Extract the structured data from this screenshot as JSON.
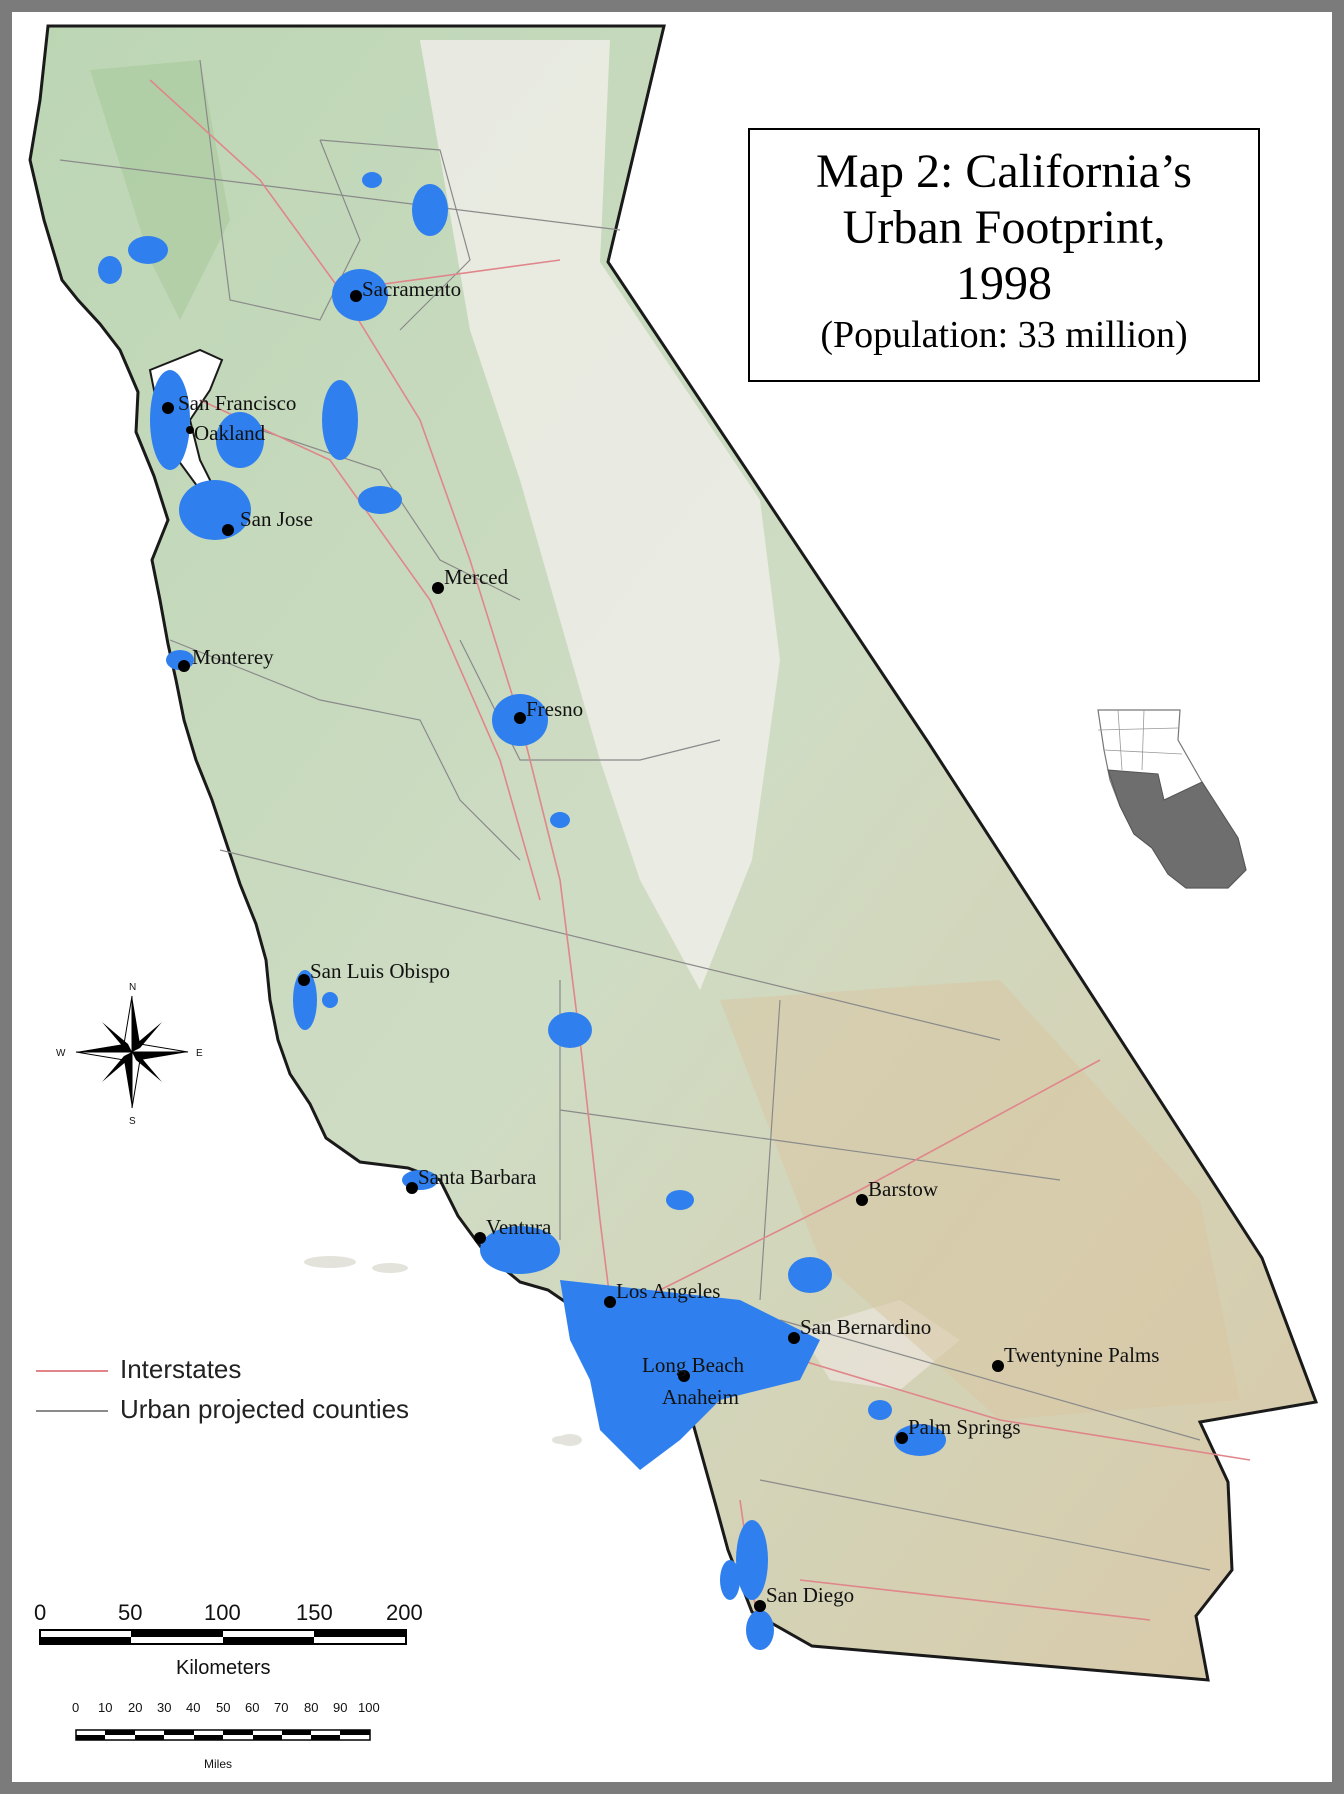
{
  "title": {
    "line1": "Map 2: California’s",
    "line2": "Urban Footprint,",
    "line3": "1998",
    "subtitle": "(Population: 33 million)"
  },
  "legend": {
    "items": [
      {
        "label": "Interstates",
        "color": "#e0868b"
      },
      {
        "label": "Urban projected counties",
        "color": "#8a8a8a"
      }
    ]
  },
  "cities": [
    {
      "name": "Sacramento"
    },
    {
      "name": "San Francisco"
    },
    {
      "name": "Oakland"
    },
    {
      "name": "San Jose"
    },
    {
      "name": "Merced"
    },
    {
      "name": "Monterey"
    },
    {
      "name": "Fresno"
    },
    {
      "name": "San Luis Obispo"
    },
    {
      "name": "Santa Barbara"
    },
    {
      "name": "Ventura"
    },
    {
      "name": "Barstow"
    },
    {
      "name": "Los Angeles"
    },
    {
      "name": "San Bernardino"
    },
    {
      "name": "Long Beach"
    },
    {
      "name": "Anaheim"
    },
    {
      "name": "Twentynine Palms"
    },
    {
      "name": "Palm Springs"
    },
    {
      "name": "San Diego"
    }
  ],
  "compass": {
    "n": "N",
    "s": "S",
    "e": "E",
    "w": "W"
  },
  "scale": {
    "km_ticks": [
      "0",
      "50",
      "100",
      "150",
      "200"
    ],
    "km_label": "Kilometers",
    "mi_ticks": [
      "0",
      "10",
      "20",
      "30",
      "40",
      "50",
      "60",
      "70",
      "80",
      "90",
      "100"
    ],
    "mi_label": "Miles"
  },
  "colors": {
    "land": "#c9dcc0",
    "mountain": "#e8e6de",
    "urban": "#2f80ee",
    "coast": "#1a1a1a",
    "interstate": "#e0868b",
    "county": "#8a8a8a",
    "inset_fill": "#6e6e6e"
  }
}
